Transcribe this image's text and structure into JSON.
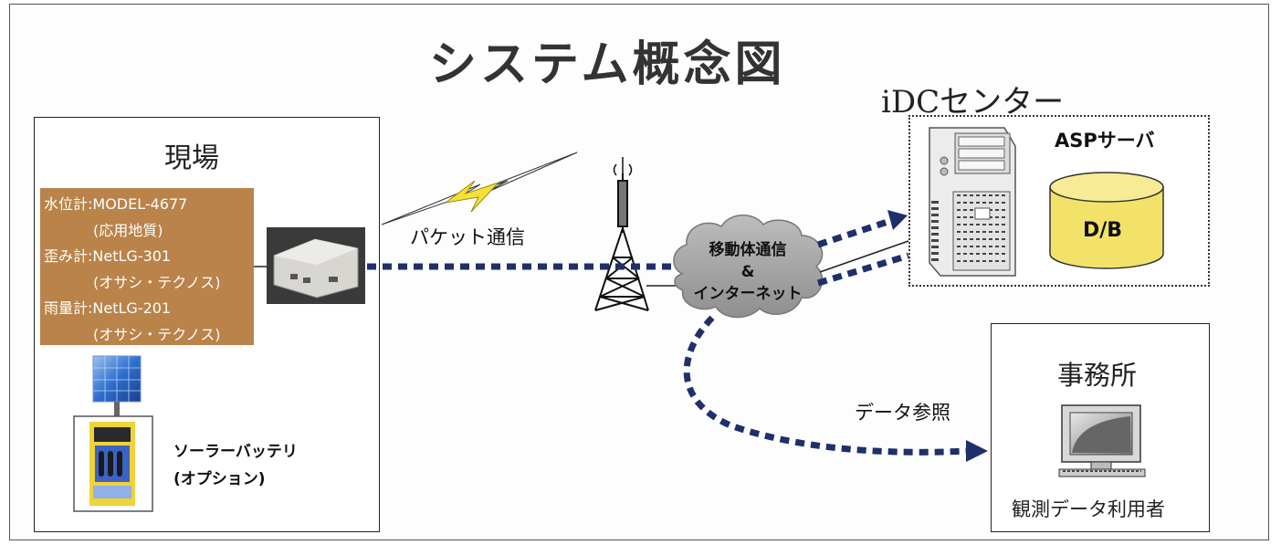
{
  "title": "システム概念図",
  "site": {
    "title": "現場",
    "specs": [
      "水位計:MODEL-4677",
      "(応用地質)",
      "歪み計:NetLG-301",
      "(オサシ・テクノス)",
      "雨量計:NetLG-201",
      "(オサシ・テクノス)"
    ],
    "solar_line1": "ソーラーバッテリ",
    "solar_line2": "(オプション)"
  },
  "link": {
    "packet_label": "パケット通信",
    "cloud_line1": "移動体通信",
    "cloud_line2": "&",
    "cloud_line3": "インターネット",
    "dataref_label": "データ参照"
  },
  "idc": {
    "title": "iDCセンター",
    "asp_label": "ASPサーバ",
    "db_label": "D/B"
  },
  "office": {
    "title": "事務所",
    "user_label": "観測データ利用者"
  },
  "colors": {
    "spec_box": "#b9834a",
    "dotted_link": "#1f2f6b",
    "database": "#f3e26a",
    "cloud": "#a3a3a3"
  }
}
